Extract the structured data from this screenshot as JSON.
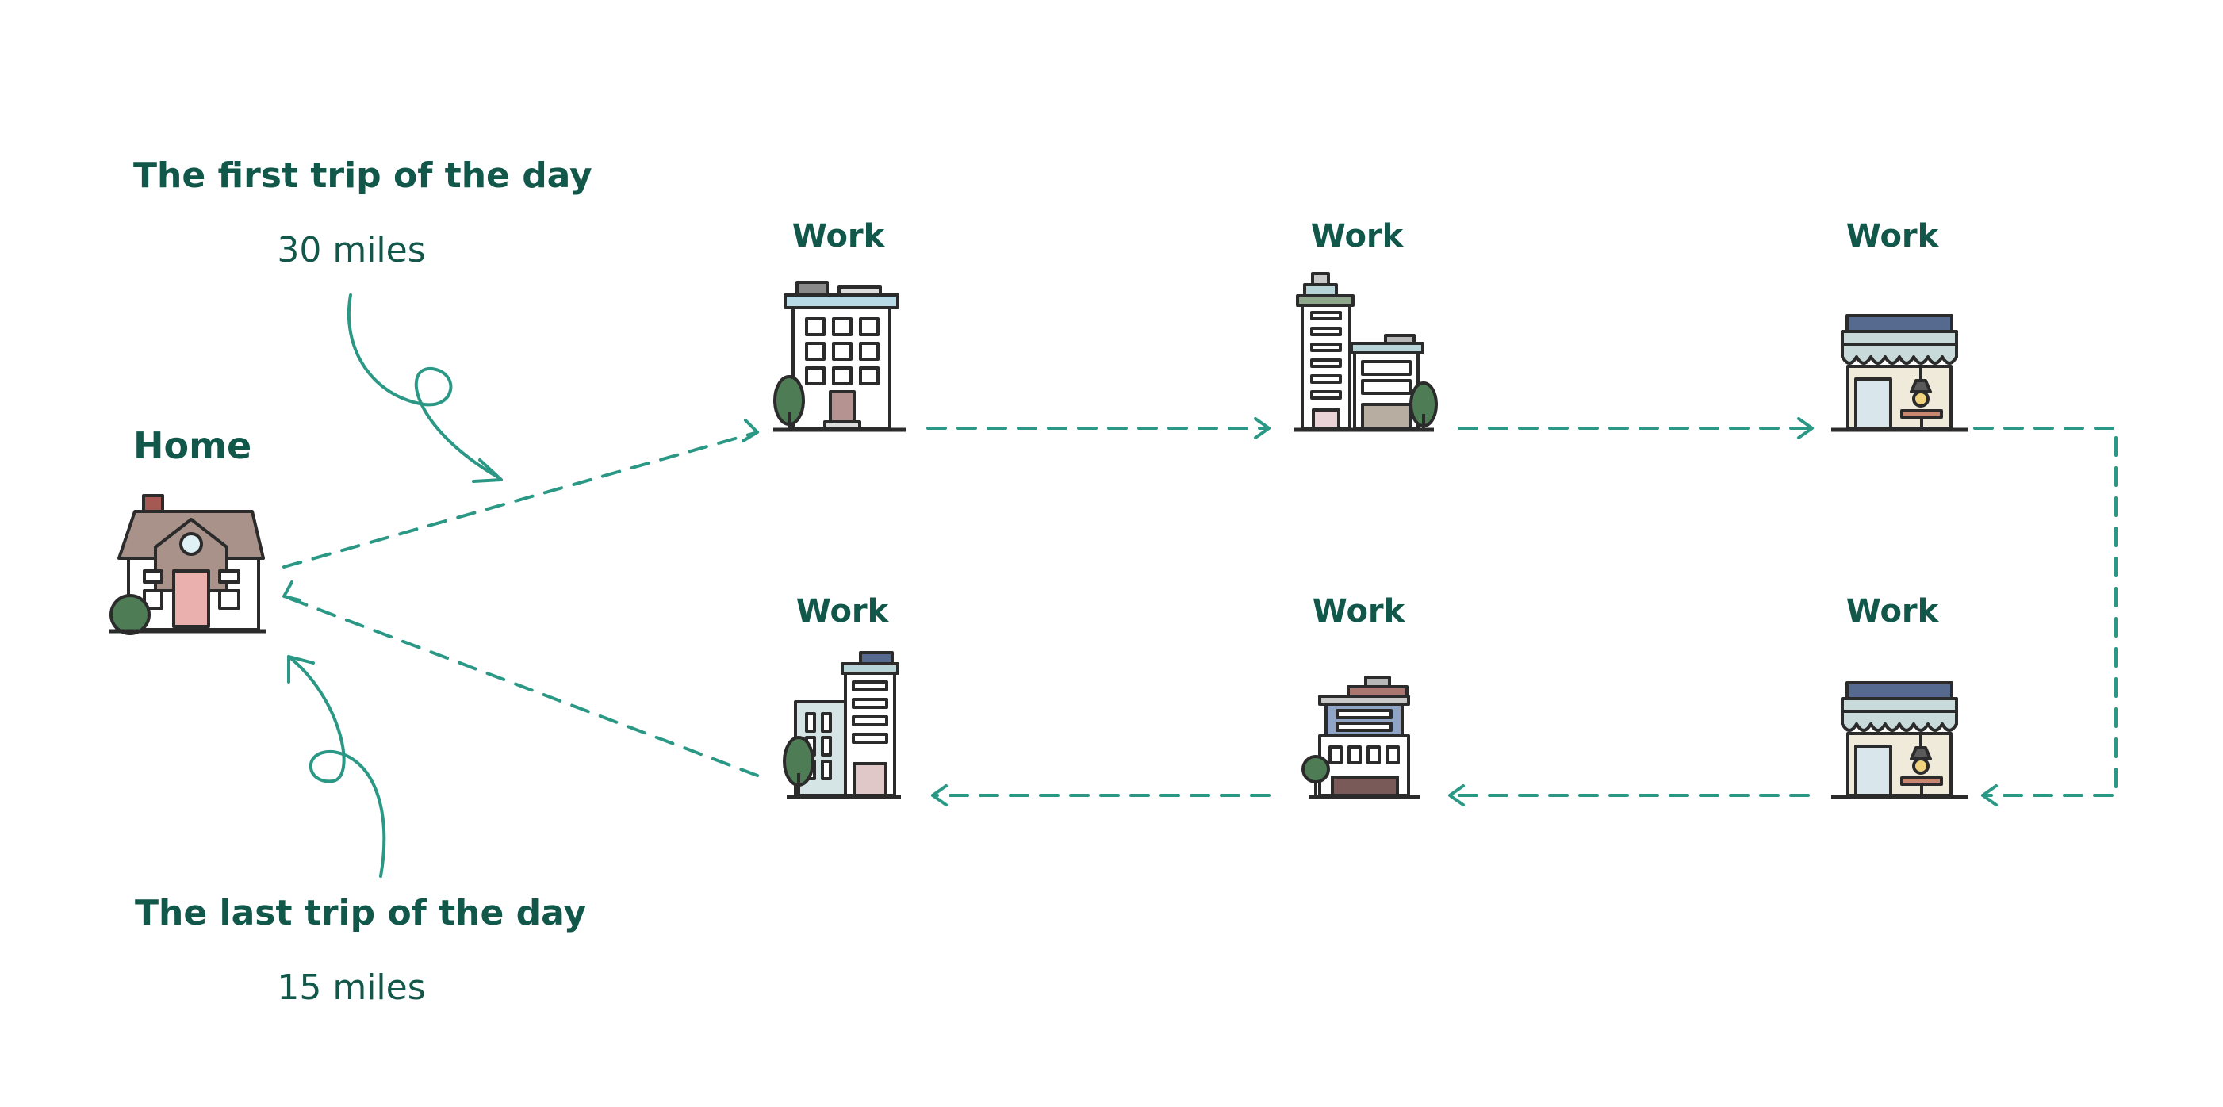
{
  "colors": {
    "accent": "#2a9885",
    "text": "#11574a"
  },
  "home": {
    "label": "Home",
    "icon": "house-icon"
  },
  "first_trip": {
    "title": "The first trip of the day",
    "distance": "30 miles"
  },
  "last_trip": {
    "title": "The last trip of the day",
    "distance": "15 miles"
  },
  "work_stops": [
    {
      "label": "Work",
      "icon": "office-building-icon"
    },
    {
      "label": "Work",
      "icon": "tower-building-icon"
    },
    {
      "label": "Work",
      "icon": "storefront-icon"
    },
    {
      "label": "Work",
      "icon": "storefront-icon"
    },
    {
      "label": "Work",
      "icon": "small-office-icon"
    },
    {
      "label": "Work",
      "icon": "apartment-building-icon"
    }
  ]
}
